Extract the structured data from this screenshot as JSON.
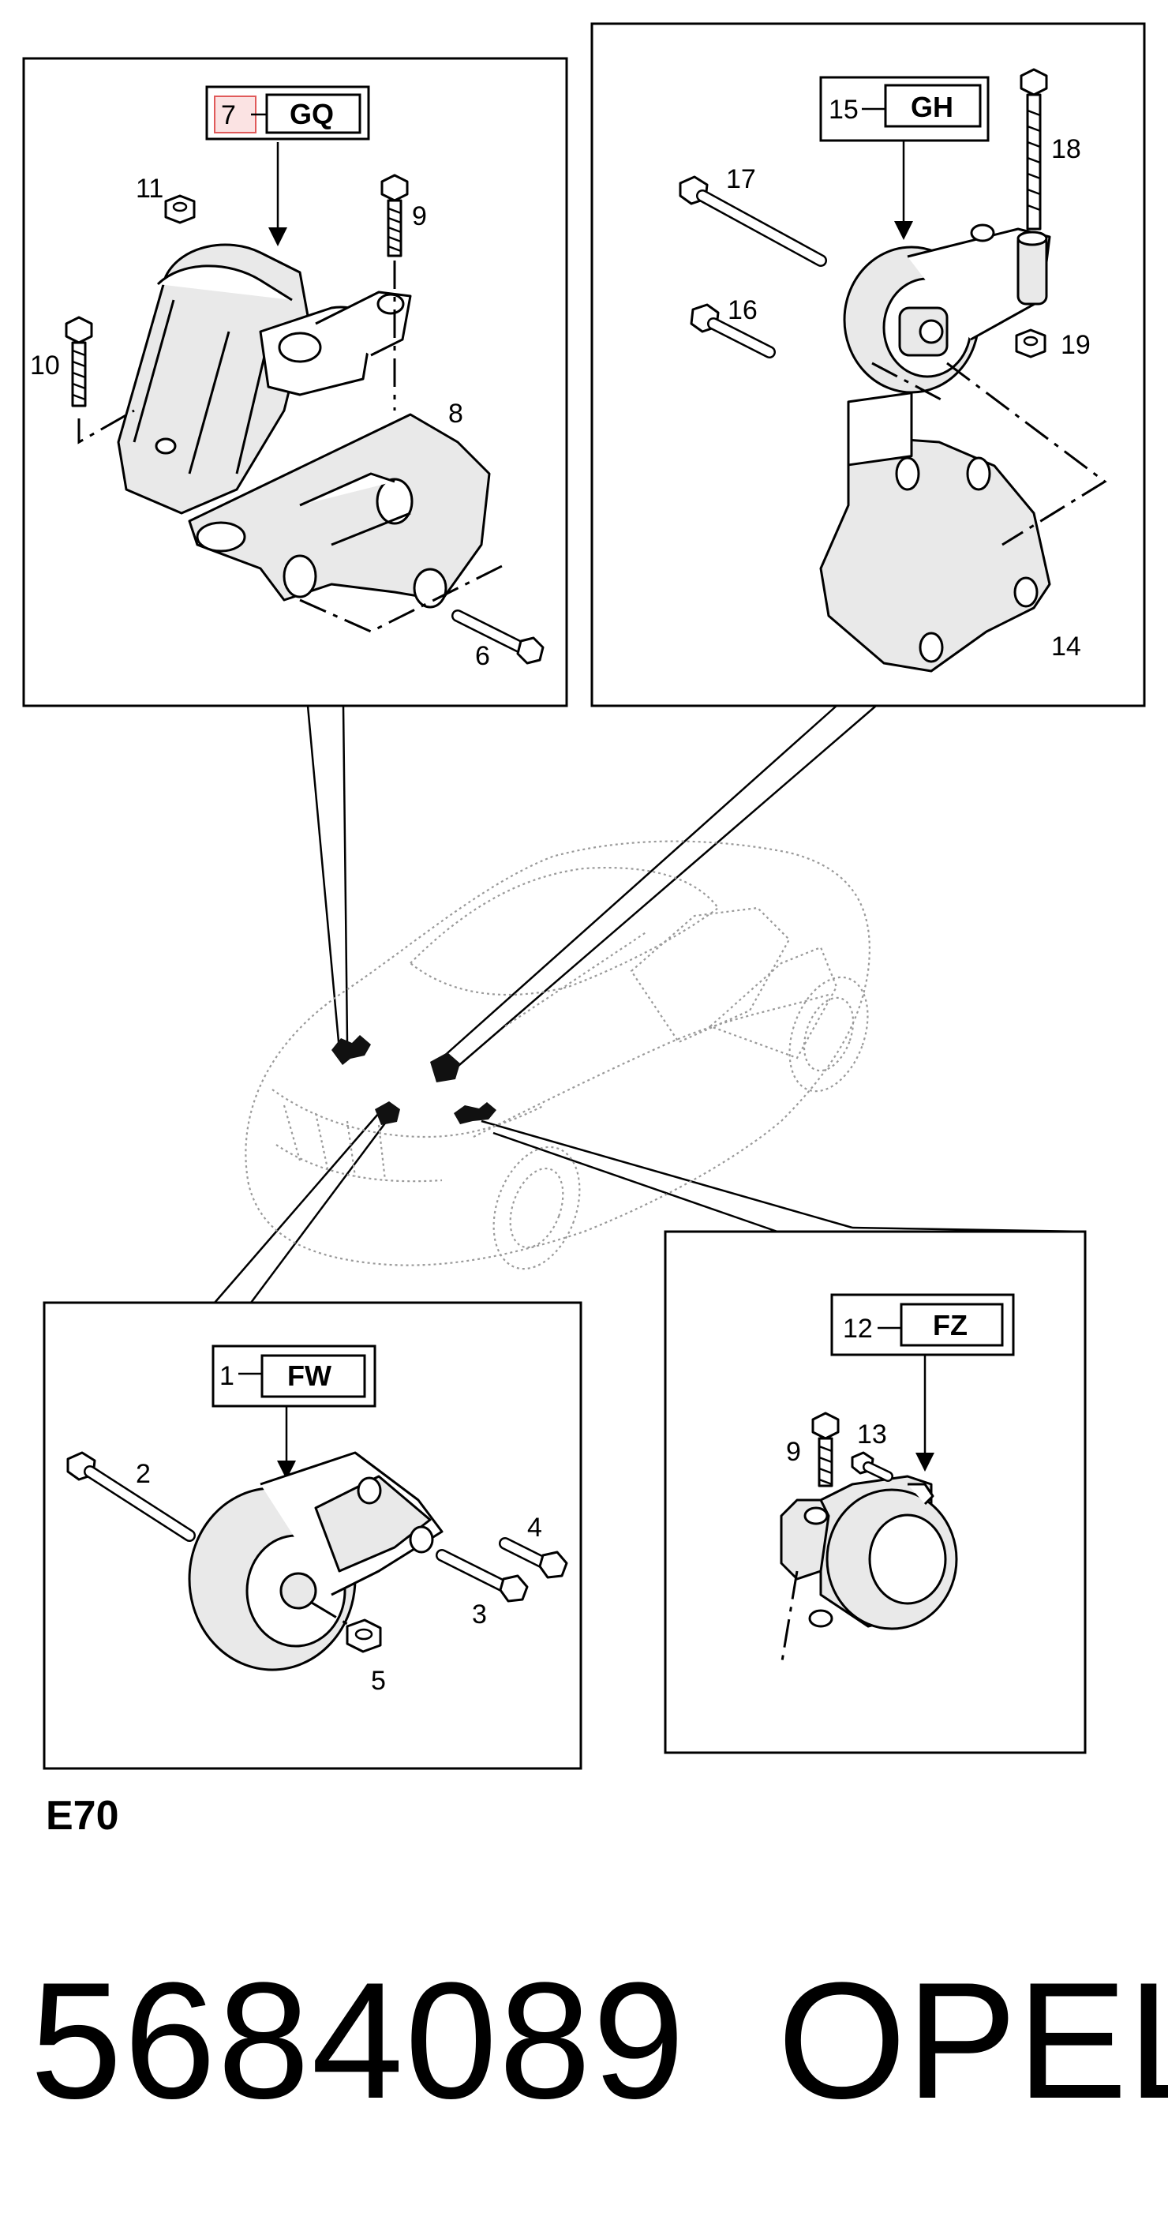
{
  "figure_code": "E70",
  "part_number": "5684089",
  "brand": "OPEL",
  "panels": {
    "top_left": {
      "ref": {
        "num": "7",
        "code": "GQ"
      },
      "callouts": [
        "11",
        "9",
        "10",
        "8",
        "6"
      ]
    },
    "top_right": {
      "ref": {
        "num": "15",
        "code": "GH"
      },
      "callouts": [
        "17",
        "18",
        "16",
        "19",
        "14"
      ]
    },
    "bottom_left": {
      "ref": {
        "num": "1",
        "code": "FW"
      },
      "callouts": [
        "2",
        "4",
        "3",
        "5"
      ]
    },
    "bottom_right": {
      "ref": {
        "num": "12",
        "code": "FZ"
      },
      "callouts": [
        "9",
        "13"
      ]
    }
  },
  "colors": {
    "line": "#000000",
    "car_outline": "#9a9a9a",
    "highlight": "#e05a5a"
  }
}
